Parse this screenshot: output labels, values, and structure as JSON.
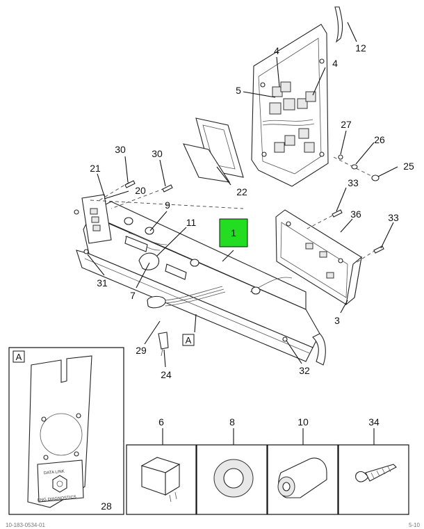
{
  "callouts": [
    {
      "id": "c12",
      "text": "12"
    },
    {
      "id": "c4a",
      "text": "4"
    },
    {
      "id": "c4b",
      "text": "4"
    },
    {
      "id": "c5",
      "text": "5"
    },
    {
      "id": "c27",
      "text": "27"
    },
    {
      "id": "c26",
      "text": "26"
    },
    {
      "id": "c25",
      "text": "25"
    },
    {
      "id": "c30a",
      "text": "30"
    },
    {
      "id": "c30b",
      "text": "30"
    },
    {
      "id": "c21",
      "text": "21"
    },
    {
      "id": "c20",
      "text": "20"
    },
    {
      "id": "c22",
      "text": "22"
    },
    {
      "id": "c33a",
      "text": "33"
    },
    {
      "id": "c36",
      "text": "36"
    },
    {
      "id": "c33b",
      "text": "33"
    },
    {
      "id": "c9",
      "text": "9"
    },
    {
      "id": "c11",
      "text": "11"
    },
    {
      "id": "c1",
      "text": "1"
    },
    {
      "id": "c31",
      "text": "31"
    },
    {
      "id": "c7",
      "text": "7"
    },
    {
      "id": "c3",
      "text": "3"
    },
    {
      "id": "c29",
      "text": "29"
    },
    {
      "id": "c24",
      "text": "24"
    },
    {
      "id": "c32",
      "text": "32"
    },
    {
      "id": "c28",
      "text": "28"
    },
    {
      "id": "c6",
      "text": "6"
    },
    {
      "id": "c8",
      "text": "8"
    },
    {
      "id": "c10",
      "text": "10"
    },
    {
      "id": "c34",
      "text": "34"
    }
  ],
  "view_labels": {
    "main_a": "A",
    "detail_a": "A"
  },
  "panel_text": {
    "line1": "DATA LINK",
    "line2": "ENG DIAGNOSTICS"
  },
  "footer": {
    "left": "10-183-0534-01",
    "right": "5-10"
  },
  "colors": {
    "highlight": "#22dd22",
    "line": "#111111"
  }
}
